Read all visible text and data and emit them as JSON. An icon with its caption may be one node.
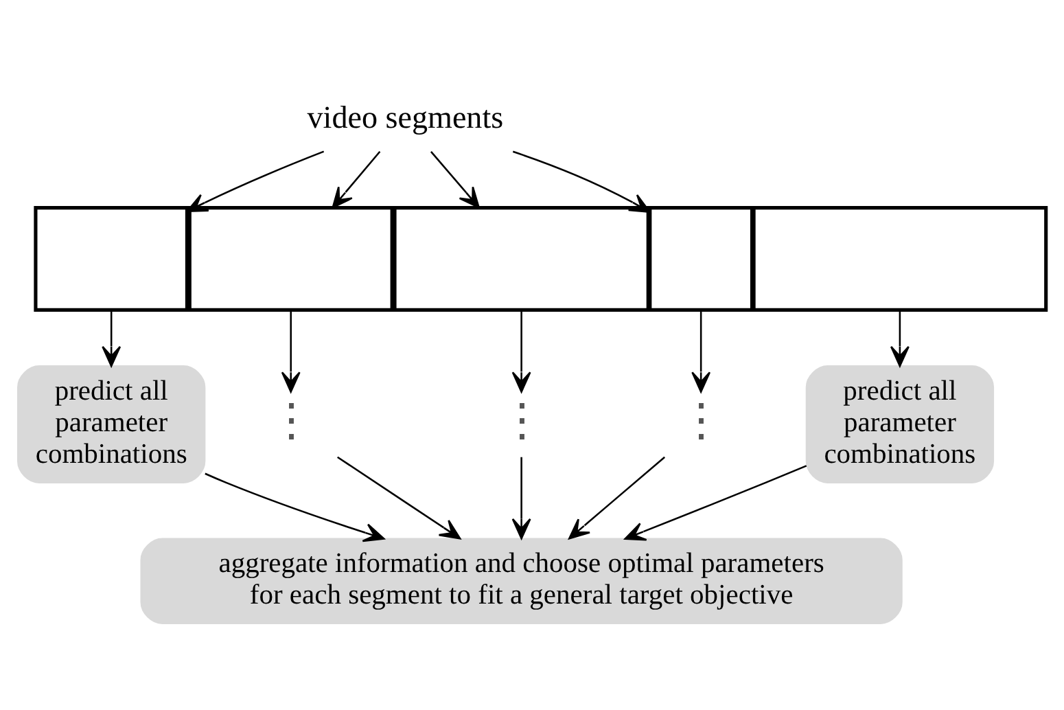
{
  "diagram": {
    "nodes": [
      {
        "text": [
          "video segments"
        ]
      },
      {
        "text": [],
        "shape": "box"
      },
      {
        "text": [],
        "shape": "box"
      },
      {
        "text": [],
        "shape": "box"
      },
      {
        "text": [],
        "shape": "box"
      },
      {
        "text": [],
        "shape": "box"
      },
      {
        "text": [
          "predict all parameter combinations"
        ]
      },
      {
        "text": [
          "⋮"
        ]
      },
      {
        "text": [
          "⋮"
        ]
      },
      {
        "text": [
          "⋮"
        ]
      },
      {
        "text": [
          "predict all parameter combinations"
        ]
      },
      {
        "text": [
          "aggregate information and choose optimal parameters for each segment to fit a general target objective"
        ]
      }
    ],
    "edges": [
      {
        "from": 0,
        "to": 1,
        "arrow": "to"
      },
      {
        "from": 0,
        "to": 2,
        "arrow": "to"
      },
      {
        "from": 0,
        "to": 3,
        "arrow": "to"
      },
      {
        "from": 0,
        "to": 4,
        "arrow": "to"
      },
      {
        "from": 1,
        "to": 6,
        "arrow": "to"
      },
      {
        "from": 2,
        "to": 7,
        "arrow": "to"
      },
      {
        "from": 3,
        "to": 8,
        "arrow": "to"
      },
      {
        "from": 4,
        "to": 9,
        "arrow": "to"
      },
      {
        "from": 5,
        "to": 10,
        "arrow": "to"
      },
      {
        "from": 6,
        "to": 11,
        "arrow": "to"
      },
      {
        "from": 7,
        "to": 11,
        "arrow": "to"
      },
      {
        "from": 8,
        "to": 11,
        "arrow": "to"
      },
      {
        "from": 9,
        "to": 11,
        "arrow": "to"
      },
      {
        "from": 10,
        "to": 11,
        "arrow": "to"
      }
    ]
  }
}
